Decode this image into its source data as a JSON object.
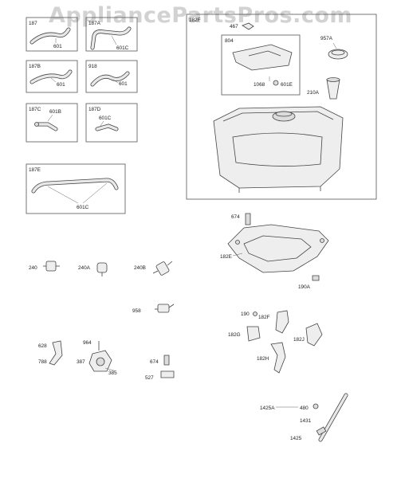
{
  "watermark": "AppliancePartsPros.com",
  "labels": {
    "b187": "187",
    "b187_601": "601",
    "b187a": "187A",
    "b187a_601c": "601C",
    "b187b": "187B",
    "b187b_601": "601",
    "b918": "918",
    "b918_601": "601",
    "b187c": "187C",
    "b187c_601b": "601B",
    "b187d": "187D",
    "b187d_601c": "601C",
    "b187e": "187E",
    "b187e_601c": "601C",
    "tank_box": "182F",
    "p467": "467",
    "p804": "804",
    "p957a": "957A",
    "p1068": "1068",
    "p601e": "601E",
    "p210a": "210A",
    "p674_top": "674",
    "p182e": "182E",
    "p190a": "190A",
    "p240": "240",
    "p240a": "240A",
    "p240b": "240B",
    "p958": "958",
    "p190": "190",
    "p182f": "182F",
    "p182g": "182G",
    "p182j": "182J",
    "p182h": "182H",
    "p628": "628",
    "p964": "964",
    "p788": "788",
    "p387": "387",
    "p385": "385",
    "p674_low": "674",
    "p527": "527",
    "p1425a": "1425A",
    "p480": "480",
    "p1431": "1431",
    "p1425": "1425"
  }
}
